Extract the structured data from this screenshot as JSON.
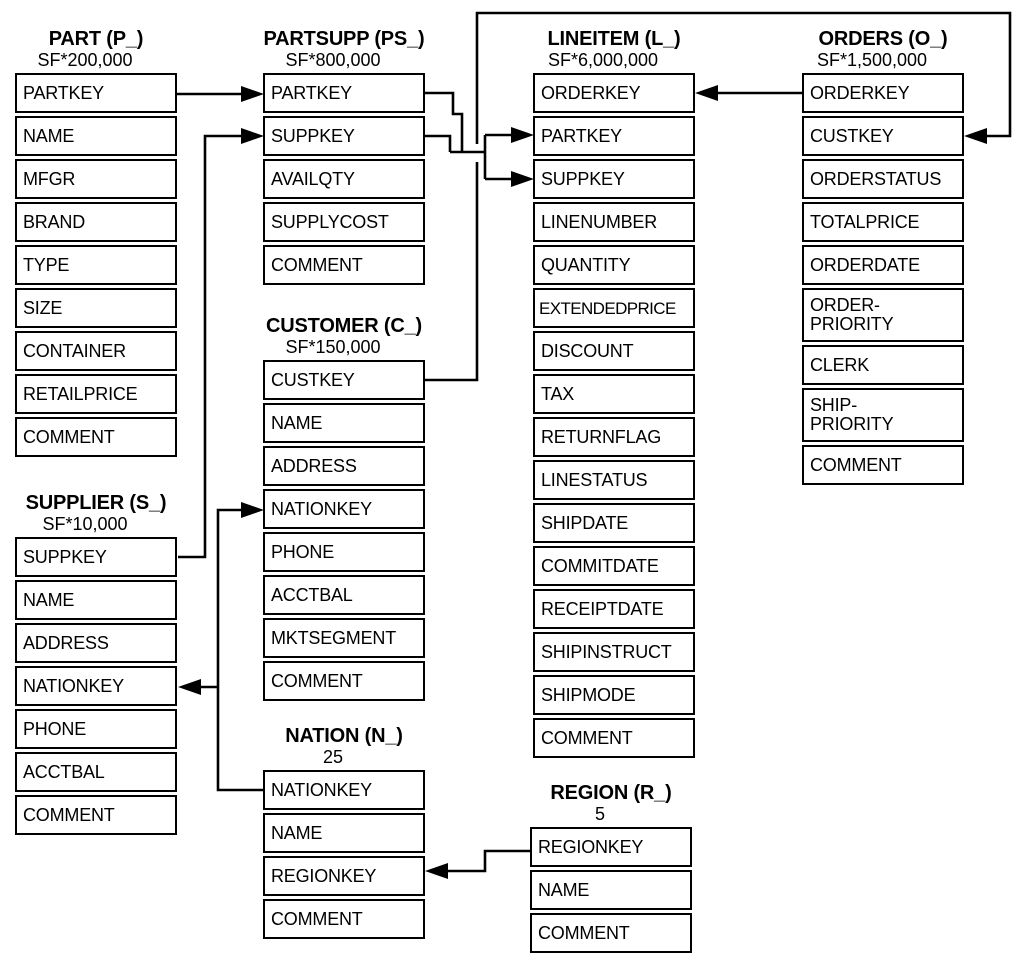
{
  "diagram": "TPC-H schema entity-relationship diagram",
  "colors": {
    "line": "#000000",
    "background": "#ffffff"
  },
  "tables": {
    "part": {
      "name": "PART (P_)",
      "count": "SF*200,000",
      "fields": [
        "PARTKEY",
        "NAME",
        "MFGR",
        "BRAND",
        "TYPE",
        "SIZE",
        "CONTAINER",
        "RETAILPRICE",
        "COMMENT"
      ]
    },
    "partsupp": {
      "name": "PARTSUPP (PS_)",
      "count": "SF*800,000",
      "fields": [
        "PARTKEY",
        "SUPPKEY",
        "AVAILQTY",
        "SUPPLYCOST",
        "COMMENT"
      ]
    },
    "lineitem": {
      "name": "LINEITEM (L_)",
      "count": "SF*6,000,000",
      "fields": [
        "ORDERKEY",
        "PARTKEY",
        "SUPPKEY",
        "LINENUMBER",
        "QUANTITY",
        "EXTENDEDPRICE",
        "DISCOUNT",
        "TAX",
        "RETURNFLAG",
        "LINESTATUS",
        "SHIPDATE",
        "COMMITDATE",
        "RECEIPTDATE",
        "SHIPINSTRUCT",
        "SHIPMODE",
        "COMMENT"
      ]
    },
    "orders": {
      "name": "ORDERS (O_)",
      "count": "SF*1,500,000",
      "fields": [
        "ORDERKEY",
        "CUSTKEY",
        "ORDERSTATUS",
        "TOTALPRICE",
        "ORDERDATE",
        "ORDER-\nPRIORITY",
        "CLERK",
        "SHIP-\nPRIORITY",
        "COMMENT"
      ]
    },
    "customer": {
      "name": "CUSTOMER (C_)",
      "count": "SF*150,000",
      "fields": [
        "CUSTKEY",
        "NAME",
        "ADDRESS",
        "NATIONKEY",
        "PHONE",
        "ACCTBAL",
        "MKTSEGMENT",
        "COMMENT"
      ]
    },
    "supplier": {
      "name": "SUPPLIER (S_)",
      "count": "SF*10,000",
      "fields": [
        "SUPPKEY",
        "NAME",
        "ADDRESS",
        "NATIONKEY",
        "PHONE",
        "ACCTBAL",
        "COMMENT"
      ]
    },
    "nation": {
      "name": "NATION (N_)",
      "count": "25",
      "fields": [
        "NATIONKEY",
        "NAME",
        "REGIONKEY",
        "COMMENT"
      ]
    },
    "region": {
      "name": "REGION (R_)",
      "count": "5",
      "fields": [
        "REGIONKEY",
        "NAME",
        "COMMENT"
      ]
    }
  },
  "relationships": [
    {
      "from": "PART.PARTKEY",
      "to": "PARTSUPP.PARTKEY"
    },
    {
      "from": "SUPPLIER.SUPPKEY",
      "to": "PARTSUPP.SUPPKEY"
    },
    {
      "from": "PARTSUPP.PARTKEY",
      "to": "LINEITEM.PARTKEY"
    },
    {
      "from": "PARTSUPP.SUPPKEY",
      "to": "LINEITEM.SUPPKEY"
    },
    {
      "from": "ORDERS.ORDERKEY",
      "to": "LINEITEM.ORDERKEY"
    },
    {
      "from": "CUSTOMER.CUSTKEY",
      "to": "ORDERS.CUSTKEY"
    },
    {
      "from": "NATION.NATIONKEY",
      "to": "CUSTOMER.NATIONKEY"
    },
    {
      "from": "NATION.NATIONKEY",
      "to": "SUPPLIER.NATIONKEY"
    },
    {
      "from": "REGION.REGIONKEY",
      "to": "NATION.REGIONKEY"
    }
  ]
}
